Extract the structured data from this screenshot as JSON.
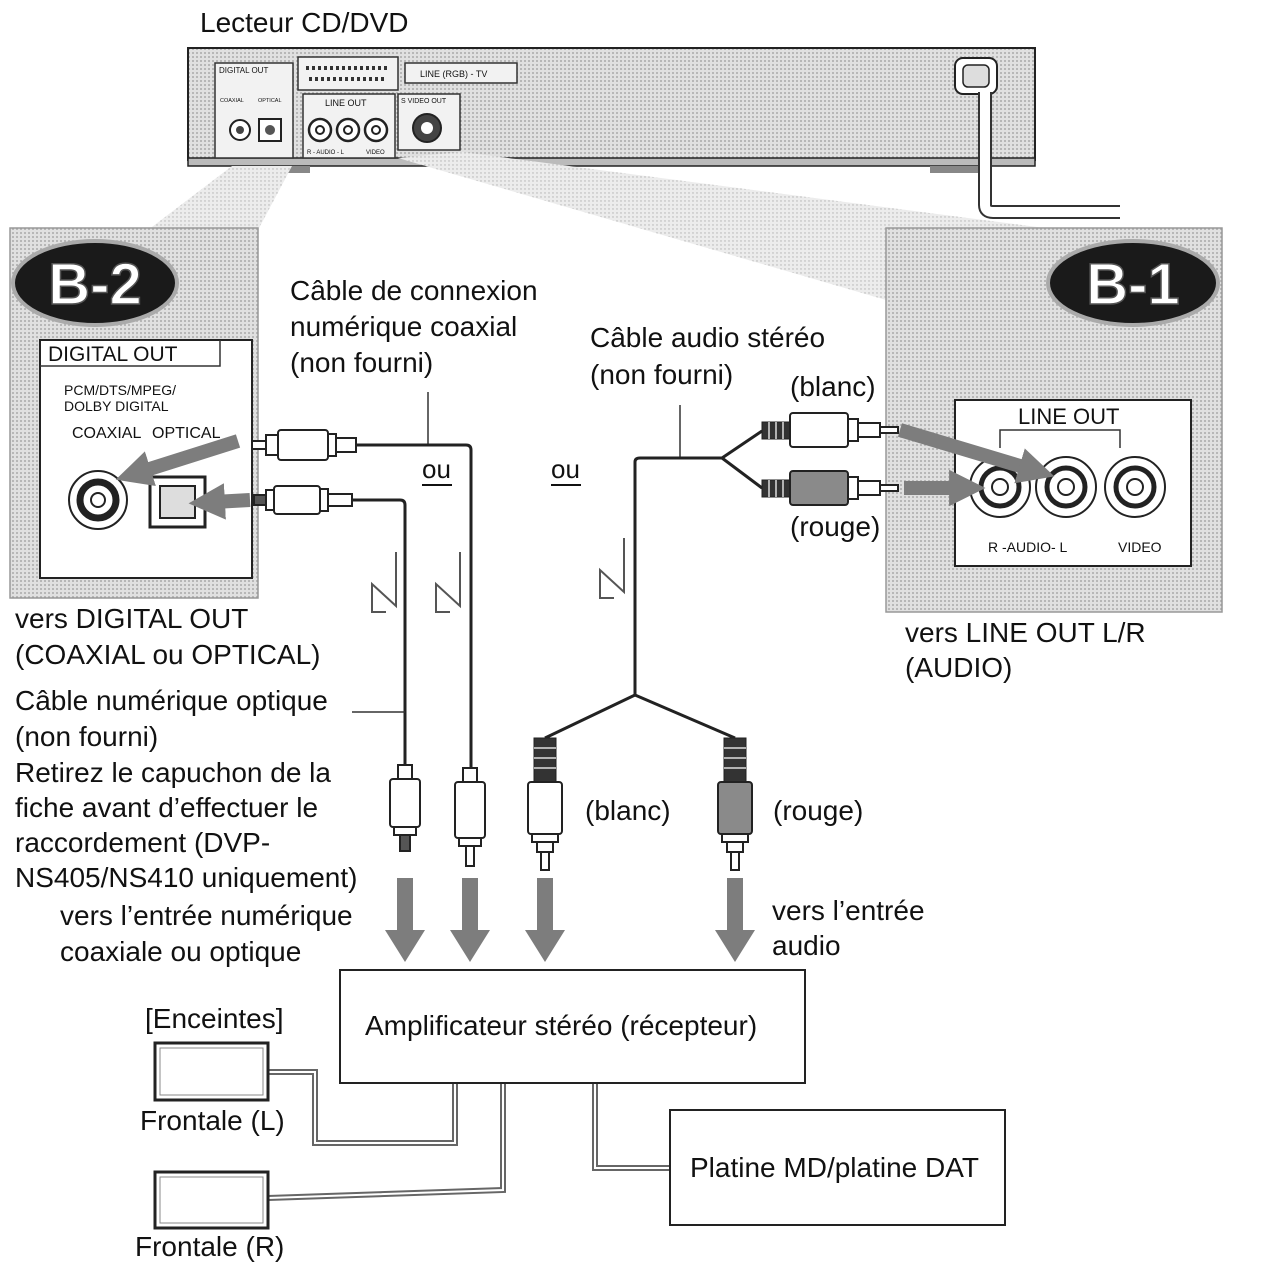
{
  "player": {
    "title": "Lecteur CD/DVD",
    "digital_out": "DIGITAL OUT",
    "coaxial": "COAXIAL",
    "optical": "OPTICAL",
    "line_rgb": "LINE (RGB) - TV",
    "line_out": "LINE OUT",
    "s_video_out": "S VIDEO OUT",
    "audio_rl": "R - AUDIO - L",
    "video": "VIDEO"
  },
  "b2": {
    "badge": "B-2",
    "header": "DIGITAL OUT",
    "format_line1": "PCM/DTS/MPEG/",
    "format_line2": "DOLBY DIGITAL",
    "coaxial": "COAXIAL",
    "optical": "OPTICAL",
    "caption_line1": "vers DIGITAL OUT",
    "caption_line2": "(COAXIAL ou OPTICAL)"
  },
  "b1": {
    "badge": "B-1",
    "header": "LINE OUT",
    "audio_label": "R -AUDIO- L",
    "video_label": "VIDEO",
    "caption_line1": "vers LINE OUT L/R",
    "caption_line2": "(AUDIO)"
  },
  "coax_cable": {
    "line1": "Câble de connexion",
    "line2": "numérique coaxial",
    "line3": "(non fourni)"
  },
  "audio_cable": {
    "line1": "Câble audio stéréo",
    "line2": "(non fourni)",
    "white_top": "(blanc)",
    "red_top": "(rouge)",
    "white_bottom": "(blanc)",
    "red_bottom": "(rouge)"
  },
  "or_labels": [
    "ou",
    "ou"
  ],
  "optical_cable": {
    "line1": "Câble numérique optique",
    "line2": "(non fourni)",
    "note": [
      "Retirez le capuchon de la",
      "fiche avant d’effectuer le",
      "raccordement (DVP-",
      "NS405/NS410 uniquement)"
    ]
  },
  "digital_input": [
    "vers l’entrée numérique",
    "coaxiale ou optique"
  ],
  "audio_input": [
    "vers l’entrée",
    "audio"
  ],
  "amplifier": "Amplificateur stéréo (récepteur)",
  "speakers": {
    "heading": "[Enceintes]",
    "left": "Frontale (L)",
    "right": "Frontale (R)"
  },
  "recorder": "Platine MD/platine DAT"
}
